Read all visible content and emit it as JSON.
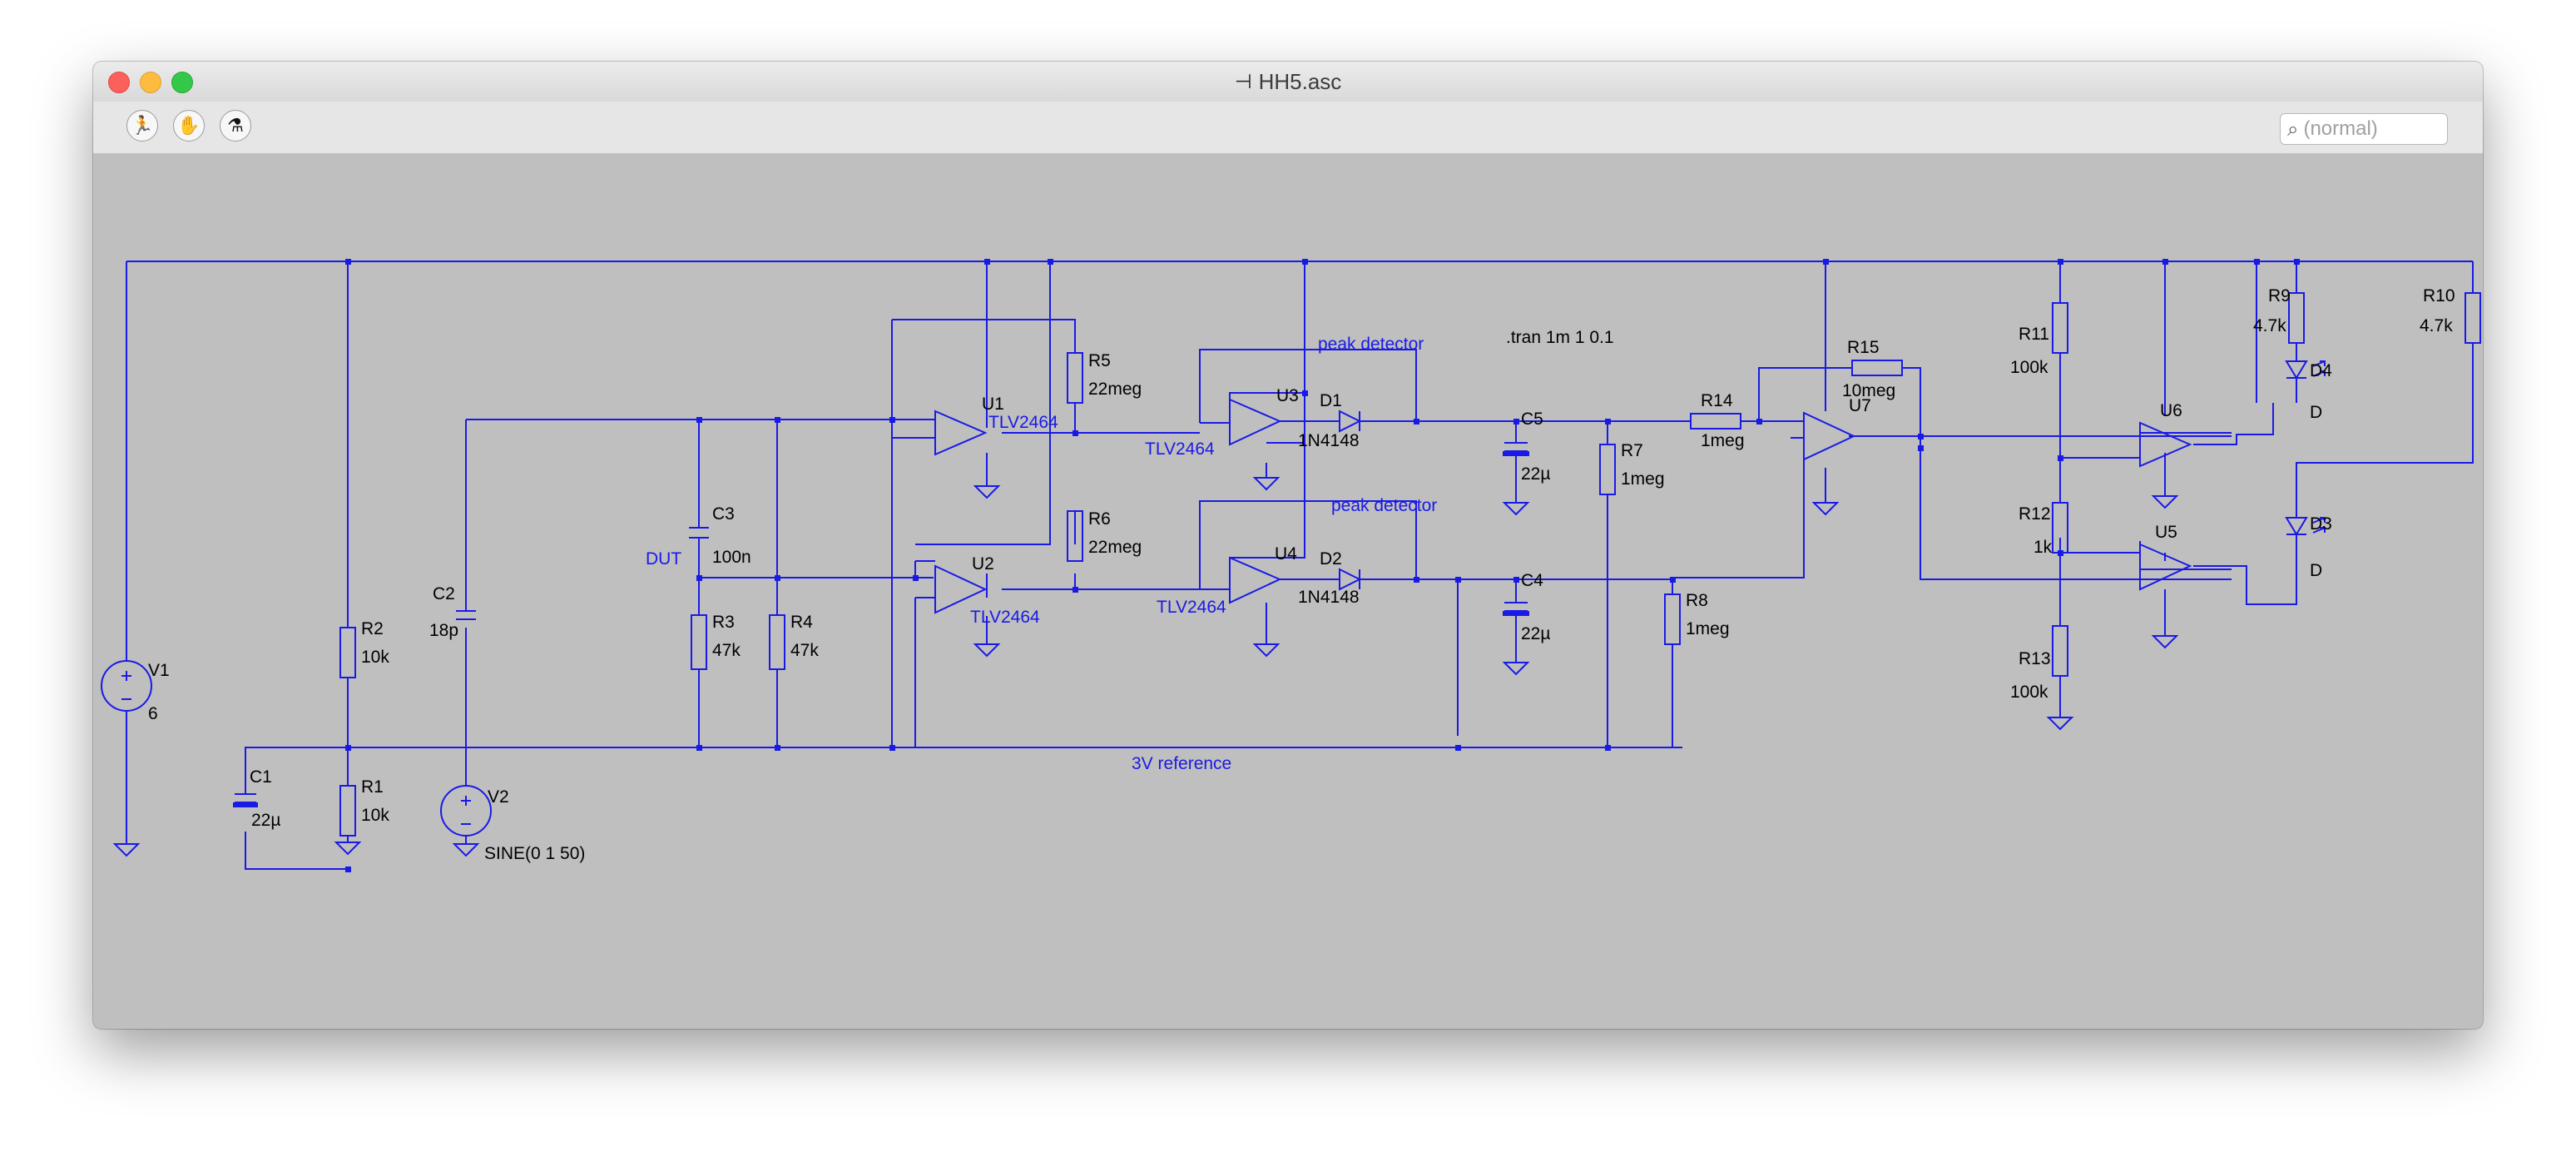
{
  "window": {
    "title": "HH5.asc"
  },
  "toolbar": {
    "tools": [
      "run-icon",
      "pan-hand-icon",
      "probe-icon"
    ],
    "search_placeholder": "(normal)"
  },
  "components": {
    "V1": {
      "ref": "V1",
      "value": "6"
    },
    "V2": {
      "ref": "V2",
      "value": "SINE(0 1 50)"
    },
    "R1": {
      "ref": "R1",
      "value": "10k"
    },
    "R2": {
      "ref": "R2",
      "value": "10k"
    },
    "R3": {
      "ref": "R3",
      "value": "47k"
    },
    "R4": {
      "ref": "R4",
      "value": "47k"
    },
    "R5": {
      "ref": "R5",
      "value": "22meg"
    },
    "R6": {
      "ref": "R6",
      "value": "22meg"
    },
    "R7": {
      "ref": "R7",
      "value": "1meg"
    },
    "R8": {
      "ref": "R8",
      "value": "1meg"
    },
    "R9": {
      "ref": "R9",
      "value": "4.7k"
    },
    "R10": {
      "ref": "R10",
      "value": "4.7k"
    },
    "R11": {
      "ref": "R11",
      "value": "100k"
    },
    "R12": {
      "ref": "R12",
      "value": "1k"
    },
    "R13": {
      "ref": "R13",
      "value": "100k"
    },
    "R14": {
      "ref": "R14",
      "value": "1meg"
    },
    "R15": {
      "ref": "R15",
      "value": "10meg"
    },
    "C1": {
      "ref": "C1",
      "value": "22µ"
    },
    "C2": {
      "ref": "C2",
      "value": "18p"
    },
    "C3": {
      "ref": "C3",
      "value": "100n"
    },
    "C4": {
      "ref": "C4",
      "value": "22µ"
    },
    "C5": {
      "ref": "C5",
      "value": "22µ"
    },
    "D1": {
      "ref": "D1",
      "value": "1N4148"
    },
    "D2": {
      "ref": "D2",
      "value": "1N4148"
    },
    "D3": {
      "ref": "D3",
      "value": "D"
    },
    "D4": {
      "ref": "D4",
      "value": "D"
    },
    "U1": {
      "ref": "U1",
      "value": "TLV2464"
    },
    "U2": {
      "ref": "U2",
      "value": "TLV2464"
    },
    "U3": {
      "ref": "U3",
      "value": "TLV2464"
    },
    "U4": {
      "ref": "U4",
      "value": "TLV2464"
    },
    "U5": {
      "ref": "U5"
    },
    "U6": {
      "ref": "U6"
    },
    "U7": {
      "ref": "U7"
    }
  },
  "labels": {
    "dut": "DUT",
    "peak_detector_1": "peak detector",
    "peak_detector_2": "peak detector",
    "ref_3v": "3V reference",
    "directive": ".tran 1m 1 0.1"
  },
  "colors": {
    "wire": "#1a1ae6",
    "canvas": "#bfbfbf",
    "component_text": "#000000"
  }
}
